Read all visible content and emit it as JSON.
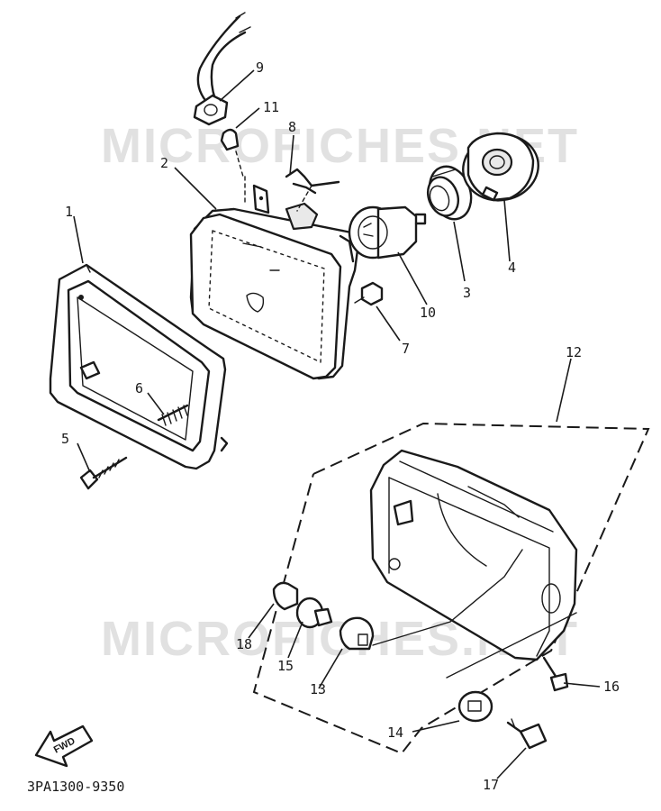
{
  "watermarks": [
    "MICROFICHES.NET",
    "MICROFICHES.NET"
  ],
  "diagram_code": "3PA1300-9350",
  "fwd_label": "FWD",
  "callouts": {
    "c1": "1",
    "c2": "2",
    "c3": "3",
    "c4": "4",
    "c5": "5",
    "c6": "6",
    "c7": "7",
    "c8": "8",
    "c9": "9",
    "c10": "10",
    "c11": "11",
    "c12": "12",
    "c13": "13",
    "c14": "14",
    "c15": "15",
    "c16": "16",
    "c17": "17",
    "c18": "18"
  }
}
